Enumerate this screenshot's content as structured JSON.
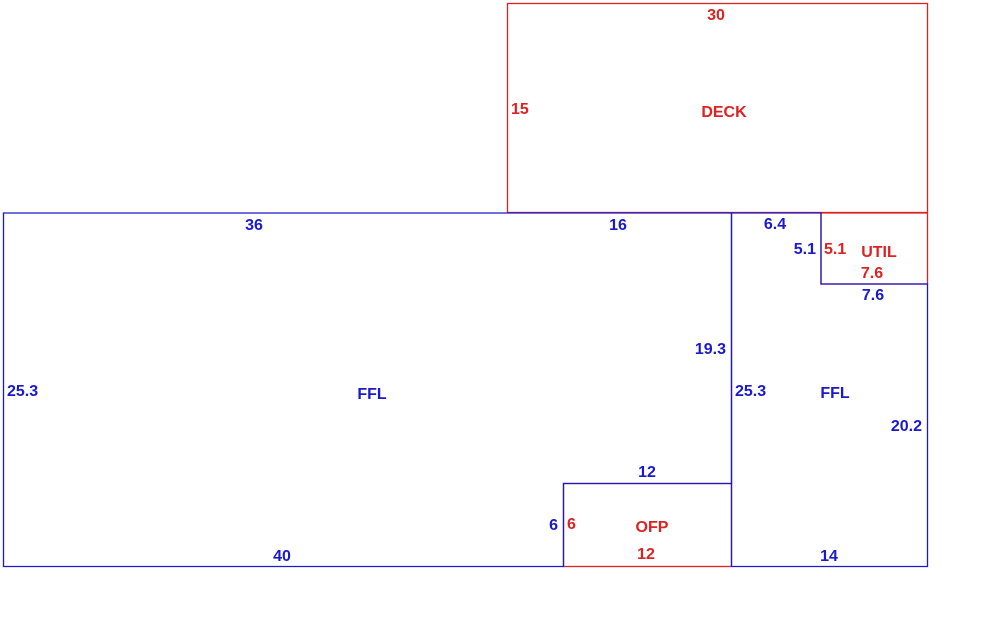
{
  "colors": {
    "living": "#1a1acc",
    "other": "#dd2222"
  },
  "areas": {
    "deck": "DECK",
    "ffl_main": "FFL",
    "ffl_east": "FFL",
    "util": "UTIL",
    "ofp": "OFP"
  },
  "dims": {
    "deck_top": "30",
    "deck_left": "15",
    "main_top_left": "36",
    "main_top_right": "16",
    "main_left": "25.3",
    "main_inner_right": "19.3",
    "main_bottom": "40",
    "notch_top": "12",
    "notch_left": "6",
    "ofp_left": "6",
    "ofp_bottom": "12",
    "east_top": "6.4",
    "east_notch_left": "5.1",
    "util_left": "5.1",
    "util_bottom": "7.6",
    "east_notch_bottom": "7.6",
    "east_left": "25.3",
    "east_right": "20.2",
    "east_bottom": "14"
  }
}
